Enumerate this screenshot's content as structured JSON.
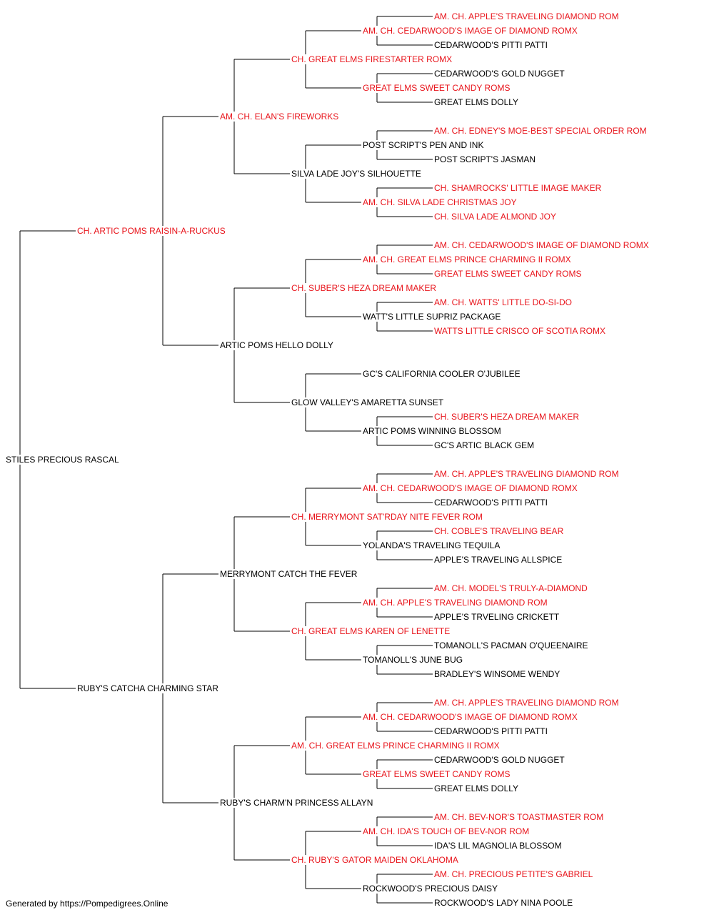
{
  "colors": {
    "champion": "#e8141b",
    "normal": "#000000",
    "line": "#000000"
  },
  "pedigree": {
    "name": "STILES PRECIOUS RASCAL",
    "champion": false,
    "sire": {
      "name": "CH. ARTIC POMS RAISIN-A-RUCKUS",
      "champion": true,
      "sire": {
        "name": "AM. CH. ELAN'S FIREWORKS",
        "champion": true,
        "sire": {
          "name": "CH. GREAT ELMS FIRESTARTER ROMX",
          "champion": true,
          "sire": {
            "name": "AM. CH. CEDARWOOD'S IMAGE OF DIAMOND ROMX",
            "champion": true,
            "sire": {
              "name": "AM. CH. APPLE'S TRAVELING DIAMOND ROM",
              "champion": true
            },
            "dam": {
              "name": "CEDARWOOD'S PITTI PATTI",
              "champion": false
            }
          },
          "dam": {
            "name": "GREAT ELMS SWEET CANDY ROMS",
            "champion": true,
            "sire": {
              "name": "CEDARWOOD'S GOLD NUGGET",
              "champion": false
            },
            "dam": {
              "name": "GREAT ELMS DOLLY",
              "champion": false
            }
          }
        },
        "dam": {
          "name": "SILVA LADE JOY'S SILHOUETTE",
          "champion": false,
          "sire": {
            "name": "POST SCRIPT'S PEN AND INK",
            "champion": false,
            "sire": {
              "name": "AM. CH. EDNEY'S MOE-BEST SPECIAL ORDER ROM",
              "champion": true
            },
            "dam": {
              "name": "POST SCRIPT'S JASMAN",
              "champion": false
            }
          },
          "dam": {
            "name": "AM. CH. SILVA LADE CHRISTMAS JOY",
            "champion": true,
            "sire": {
              "name": "CH. SHAMROCKS' LITTLE IMAGE MAKER",
              "champion": true
            },
            "dam": {
              "name": "CH. SILVA LADE ALMOND JOY",
              "champion": true
            }
          }
        }
      },
      "dam": {
        "name": "ARTIC POMS HELLO DOLLY",
        "champion": false,
        "sire": {
          "name": "CH. SUBER'S HEZA DREAM MAKER",
          "champion": true,
          "sire": {
            "name": "AM. CH. GREAT ELMS PRINCE CHARMING II ROMX",
            "champion": true,
            "sire": {
              "name": "AM. CH. CEDARWOOD'S IMAGE OF DIAMOND ROMX",
              "champion": true
            },
            "dam": {
              "name": "GREAT ELMS SWEET CANDY ROMS",
              "champion": true
            }
          },
          "dam": {
            "name": "WATT'S LITTLE SUPRIZ PACKAGE",
            "champion": false,
            "sire": {
              "name": "AM. CH. WATTS' LITTLE DO-SI-DO",
              "champion": true
            },
            "dam": {
              "name": "WATTS LITTLE CRISCO OF SCOTIA ROMX",
              "champion": true
            }
          }
        },
        "dam": {
          "name": "GLOW VALLEY'S AMARETTA SUNSET",
          "champion": false,
          "sire": {
            "name": "GC'S CALIFORNIA COOLER O'JUBILEE",
            "champion": false
          },
          "dam": {
            "name": "ARTIC POMS WINNING BLOSSOM",
            "champion": false,
            "sire": {
              "name": "CH. SUBER'S HEZA DREAM MAKER",
              "champion": true
            },
            "dam": {
              "name": "GC'S ARTIC BLACK GEM",
              "champion": false
            }
          }
        }
      }
    },
    "dam": {
      "name": "RUBY'S CATCHA CHARMING STAR",
      "champion": false,
      "sire": {
        "name": "MERRYMONT CATCH THE FEVER",
        "champion": false,
        "sire": {
          "name": "CH. MERRYMONT SAT'RDAY NITE FEVER ROM",
          "champion": true,
          "sire": {
            "name": "AM. CH. CEDARWOOD'S IMAGE OF DIAMOND ROMX",
            "champion": true,
            "sire": {
              "name": "AM. CH. APPLE'S TRAVELING DIAMOND ROM",
              "champion": true
            },
            "dam": {
              "name": "CEDARWOOD'S PITTI PATTI",
              "champion": false
            }
          },
          "dam": {
            "name": "YOLANDA'S TRAVELING TEQUILA",
            "champion": false,
            "sire": {
              "name": "CH. COBLE'S TRAVELING BEAR",
              "champion": true
            },
            "dam": {
              "name": "APPLE'S TRAVELING ALLSPICE",
              "champion": false
            }
          }
        },
        "dam": {
          "name": "CH. GREAT ELMS KAREN OF LENETTE",
          "champion": true,
          "sire": {
            "name": "AM. CH. APPLE'S TRAVELING DIAMOND ROM",
            "champion": true,
            "sire": {
              "name": "AM. CH. MODEL'S TRULY-A-DIAMOND",
              "champion": true
            },
            "dam": {
              "name": "APPLE'S TRVELING CRICKETT",
              "champion": false
            }
          },
          "dam": {
            "name": "TOMANOLL'S JUNE BUG",
            "champion": false,
            "sire": {
              "name": "TOMANOLL'S PACMAN O'QUEENAIRE",
              "champion": false
            },
            "dam": {
              "name": "BRADLEY'S WINSOME WENDY",
              "champion": false
            }
          }
        }
      },
      "dam": {
        "name": "RUBY'S CHARM'N PRINCESS ALLAYN",
        "champion": false,
        "sire": {
          "name": "AM. CH. GREAT ELMS PRINCE CHARMING II ROMX",
          "champion": true,
          "sire": {
            "name": "AM. CH. CEDARWOOD'S IMAGE OF DIAMOND ROMX",
            "champion": true,
            "sire": {
              "name": "AM. CH. APPLE'S TRAVELING DIAMOND ROM",
              "champion": true
            },
            "dam": {
              "name": "CEDARWOOD'S PITTI PATTI",
              "champion": false
            }
          },
          "dam": {
            "name": "GREAT ELMS SWEET CANDY ROMS",
            "champion": true,
            "sire": {
              "name": "CEDARWOOD'S GOLD NUGGET",
              "champion": false
            },
            "dam": {
              "name": "GREAT ELMS DOLLY",
              "champion": false
            }
          }
        },
        "dam": {
          "name": "CH. RUBY'S GATOR MAIDEN OKLAHOMA",
          "champion": true,
          "sire": {
            "name": "AM. CH. IDA'S TOUCH OF BEV-NOR ROM",
            "champion": true,
            "sire": {
              "name": "AM. CH. BEV-NOR'S TOASTMASTER ROM",
              "champion": true
            },
            "dam": {
              "name": "IDA'S LIL MAGNOLIA BLOSSOM",
              "champion": false
            }
          },
          "dam": {
            "name": "ROCKWOOD'S PRECIOUS DAISY",
            "champion": false,
            "sire": {
              "name": "AM. CH. PRECIOUS PETITE'S GABRIEL",
              "champion": true
            },
            "dam": {
              "name": "ROCKWOOD'S LADY NINA POOLE",
              "champion": false
            }
          }
        }
      }
    }
  },
  "footer": {
    "text": "Generated by https://Pompedigrees.Online"
  }
}
